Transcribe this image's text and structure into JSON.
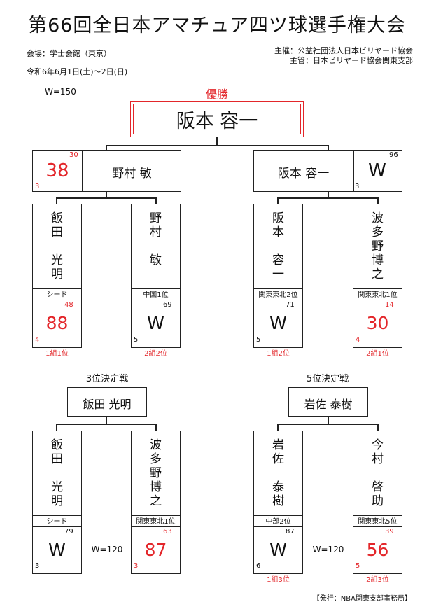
{
  "title": "第66回全日本アマチュア四ツ球選手権大会",
  "venue": "会場：学士会館（東京）",
  "date": "令和6年6月1日(土)～2日(日)",
  "organizer": "主催：公益社団法人日本ビリヤード協会",
  "manager": "主管：日本ビリヤード協会関東支部",
  "win_note": "W=150",
  "champion_label": "優勝",
  "champion": "阪本 容一",
  "final": {
    "left": {
      "score": "38",
      "top": "30",
      "bottom": "3",
      "name": "野村 敏"
    },
    "right": {
      "score": "W",
      "top": "96",
      "bottom": "3",
      "name": "阪本 容一"
    }
  },
  "semis": [
    {
      "name": [
        "飯",
        "田",
        "",
        "光",
        "明"
      ],
      "aff": "シード",
      "score": "88",
      "top": "48",
      "bottom": "4",
      "place": "1組1位"
    },
    {
      "name": [
        "野",
        "村",
        "",
        "敏"
      ],
      "aff": "中国1位",
      "score": "W",
      "top": "69",
      "bottom": "5",
      "place": "2組2位"
    },
    {
      "name": [
        "阪",
        "本",
        "",
        "容",
        "一"
      ],
      "aff": "関東東北2位",
      "score": "W",
      "top": "71",
      "bottom": "5",
      "place": "1組2位"
    },
    {
      "name": [
        "波",
        "多",
        "野",
        "博",
        "之"
      ],
      "aff": "関東東北1位",
      "score": "30",
      "top": "14",
      "bottom": "4",
      "place": "2組1位"
    }
  ],
  "third": {
    "label": "3位決定戦",
    "winner": "飯田 光明",
    "note": "W=120",
    "left": {
      "name": [
        "飯",
        "田",
        "",
        "光",
        "明"
      ],
      "aff": "シード",
      "score": "W",
      "top": "79",
      "bottom": "3"
    },
    "right": {
      "name": [
        "波",
        "多",
        "野",
        "博",
        "之"
      ],
      "aff": "関東東北1位",
      "score": "87",
      "top": "63",
      "bottom": "3"
    }
  },
  "fifth": {
    "label": "5位決定戦",
    "winner": "岩佐 泰樹",
    "note": "W=120",
    "left": {
      "name": [
        "岩",
        "佐",
        "",
        "泰",
        "樹"
      ],
      "aff": "中部2位",
      "score": "W",
      "top": "87",
      "bottom": "6",
      "place": "1組3位"
    },
    "right": {
      "name": [
        "今",
        "村",
        "",
        "啓",
        "助"
      ],
      "aff": "関東東北5位",
      "score": "56",
      "top": "39",
      "bottom": "5",
      "place": "2組3位"
    }
  },
  "footer": "【発行：NBA関東支部事務局】",
  "colors": {
    "red": "#e3262a",
    "line": "#222222"
  }
}
